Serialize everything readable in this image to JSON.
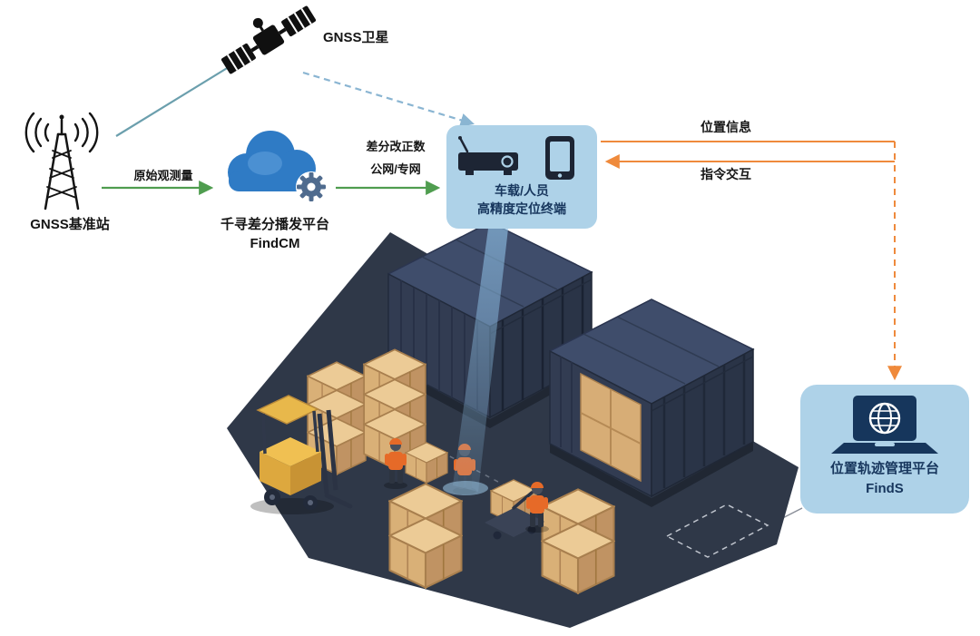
{
  "diagram": {
    "satellite": {
      "label": "GNSS卫星"
    },
    "base_station": {
      "label": "GNSS基准站"
    },
    "cloud": {
      "title": "千寻差分播发平台",
      "subtitle": "FindCM"
    },
    "terminal": {
      "line1": "车载/人员",
      "line2": "高精度定位终端"
    },
    "management": {
      "title": "位置轨迹管理平台",
      "subtitle": "FindS"
    },
    "edges": {
      "raw_observation": "原始观测量",
      "correction_line1": "差分改正数",
      "correction_line2": "公网/专网",
      "position_info": "位置信息",
      "command_interaction": "指令交互"
    },
    "colors": {
      "green_arrow": "#4f9d4f",
      "orange_arrow": "#ef8a3c",
      "satellite_dashed_link": "#8ab5d2",
      "satellite_solid_link": "#6b9fad",
      "node_box_bg": "#aed2e8",
      "node_text": "#17365d",
      "cloud_blue": "#2f7bc5",
      "gear_gray_blue": "#4f6b8e",
      "platform_navy": "#2f3848",
      "container_navy": "#333d54",
      "crate_tan": "#d9b077",
      "forklift_yellow": "#e8b84b",
      "vest_orange": "#e66a28",
      "beam_blue": "#93c7ed"
    },
    "icons": {
      "satellite": "satellite-icon",
      "base_station": "base-station-icon",
      "cloud": "cloud-gear-icon",
      "terminal_receiver": "receiver-icon",
      "terminal_phone": "smartphone-icon",
      "management": "laptop-globe-icon"
    }
  }
}
